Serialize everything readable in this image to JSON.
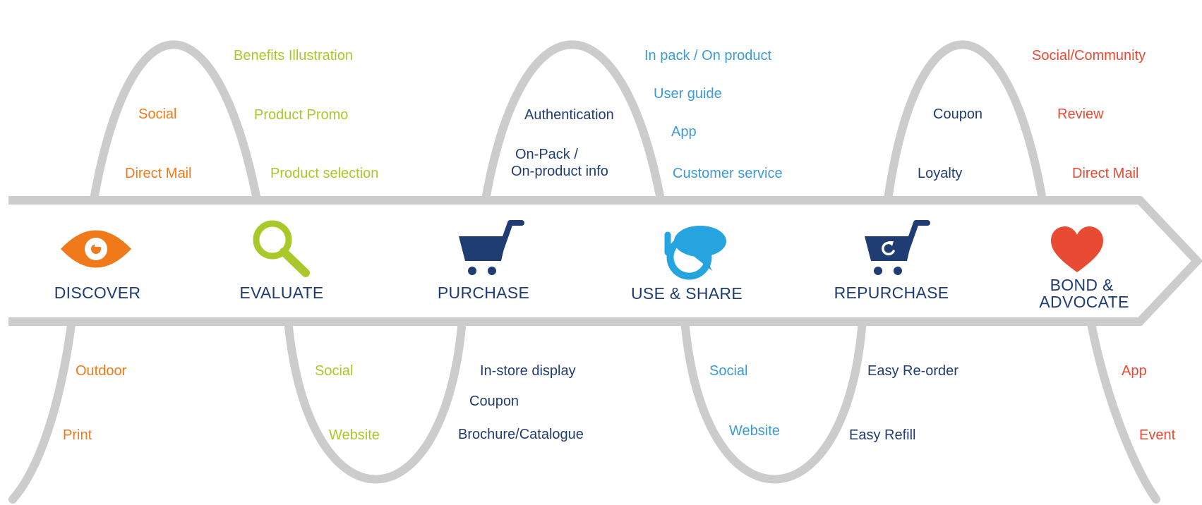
{
  "colors": {
    "orange": "#f07a1a",
    "lime": "#a9c92a",
    "navy": "#1f3d73",
    "light_blue": "#3a9bd8",
    "red": "#e84a33",
    "gray": "#cccccc"
  },
  "stages": [
    {
      "id": "discover",
      "icon": "eye-icon",
      "lines": [
        "DISCOVER"
      ]
    },
    {
      "id": "evaluate",
      "icon": "magnifier-icon",
      "lines": [
        "EVALUATE"
      ]
    },
    {
      "id": "purchase",
      "icon": "cart-icon",
      "lines": [
        "PURCHASE"
      ]
    },
    {
      "id": "use-share",
      "icon": "power-chat-icon",
      "lines": [
        "USE & SHARE"
      ]
    },
    {
      "id": "repurchase",
      "icon": "repeat-cart-icon",
      "lines": [
        "REPURCHASE"
      ]
    },
    {
      "id": "bond-advocate",
      "icon": "heart-icon",
      "lines": [
        "BOND &",
        "ADVOCATE"
      ]
    }
  ],
  "touchpoints": {
    "discover_top": [
      "Social",
      "Direct Mail"
    ],
    "evaluate_top": [
      "Benefits Illustration",
      "Product Promo",
      "Product selection"
    ],
    "purchase_top": [
      "Authentication",
      "On-Pack /",
      "On-product info"
    ],
    "use_share_top": [
      "In pack / On product",
      "User guide",
      "App",
      "Customer service"
    ],
    "repurchase_top": [
      "Coupon",
      "Loyalty"
    ],
    "bond_top": [
      "Social/Community",
      "Review",
      "Direct Mail"
    ],
    "discover_bottom": [
      "Outdoor",
      "Print"
    ],
    "evaluate_bottom": [
      "Social",
      "Website"
    ],
    "purchase_bottom": [
      "In-store display",
      "Coupon",
      "Brochure/Catalogue"
    ],
    "use_share_bottom": [
      "Social",
      "Website"
    ],
    "repurchase_bottom": [
      "Easy Re-order",
      "Easy Refill"
    ],
    "bond_bottom": [
      "App",
      "Event"
    ]
  }
}
